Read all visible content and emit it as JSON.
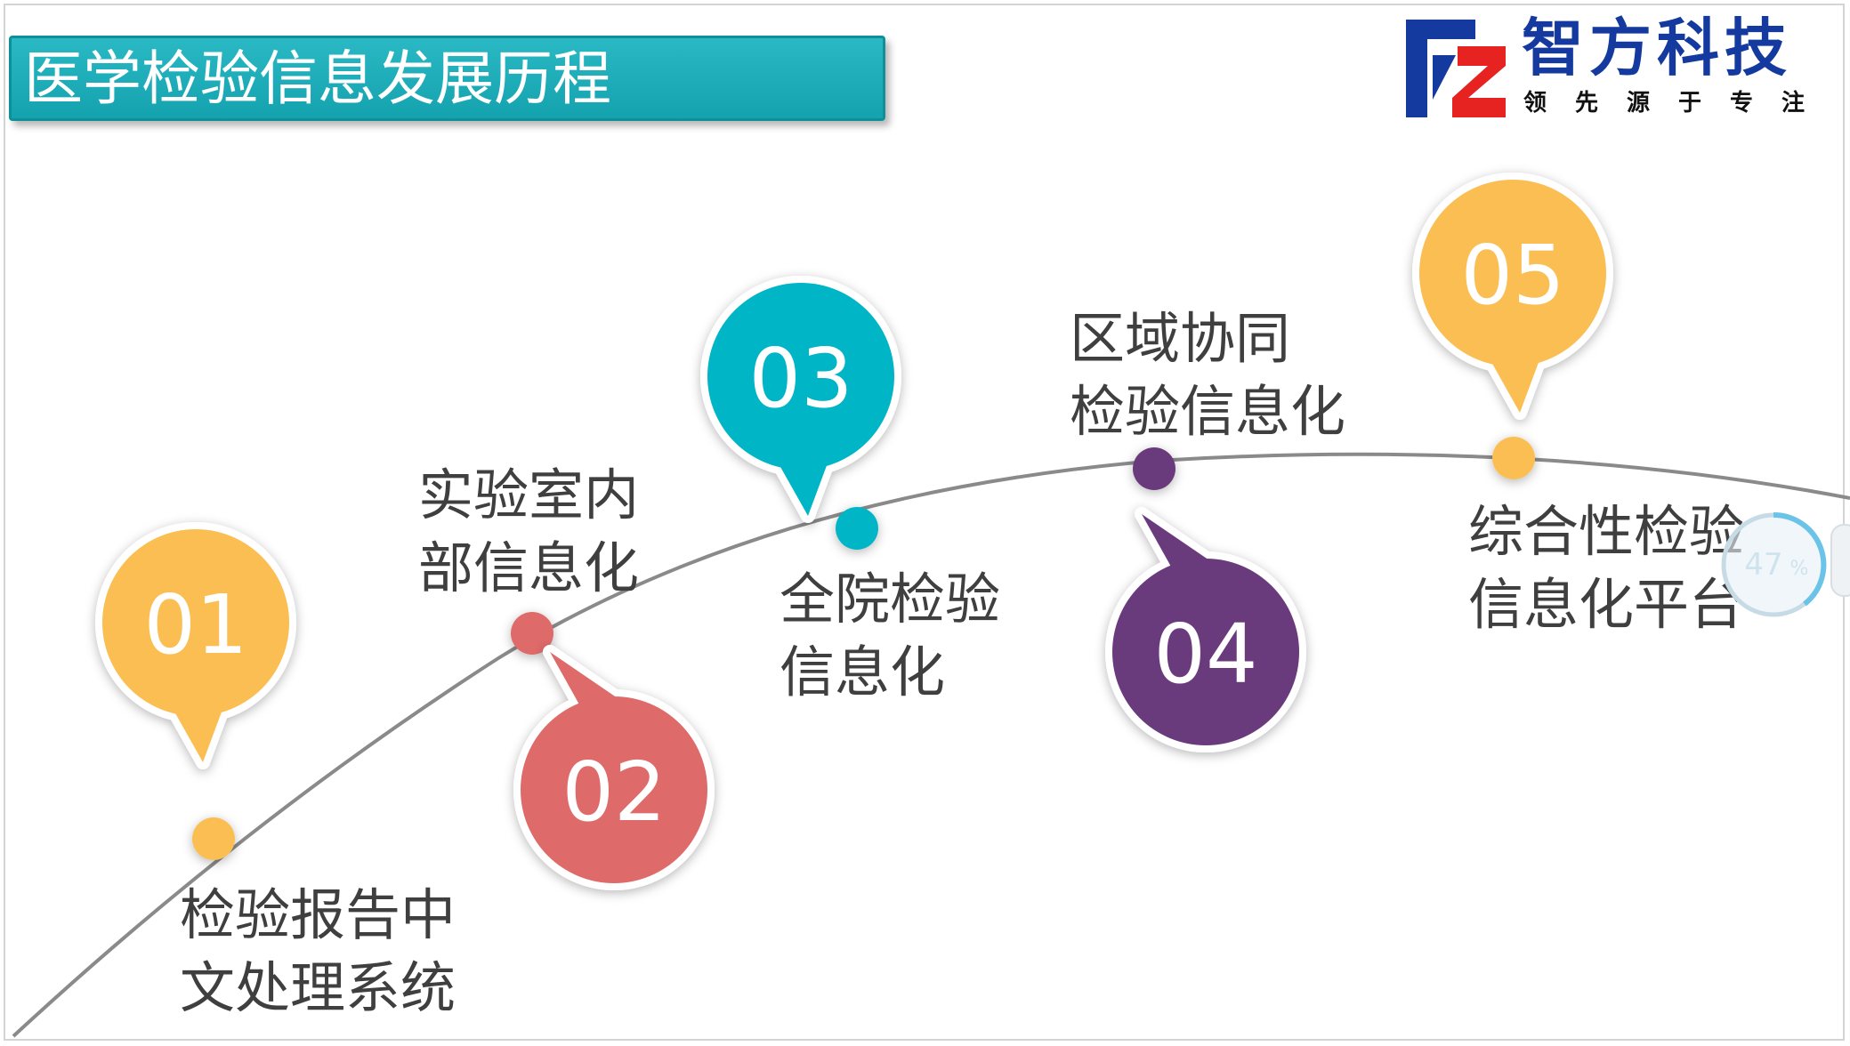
{
  "title": "医学检验信息发展历程",
  "logo": {
    "name": "智方科技",
    "slogan": "领先源于专注",
    "colors": {
      "blue": "#14399f",
      "red": "#e62321"
    }
  },
  "colors": {
    "title_bar": "#1aaab5",
    "yellow": "#fbbe52",
    "coral": "#df6b6b",
    "teal": "#05b5c6",
    "purple": "#6b3b7c",
    "curve": "#8a8a8a",
    "text": "#3f3f3f"
  },
  "milestones": [
    {
      "number": "01",
      "color": "yellow",
      "label_lines": [
        "检验报告中",
        "文处理系统"
      ]
    },
    {
      "number": "02",
      "color": "coral",
      "label_lines": [
        "实验室内",
        "部信息化"
      ]
    },
    {
      "number": "03",
      "color": "teal",
      "label_lines": [
        "全院检验",
        "信息化"
      ]
    },
    {
      "number": "04",
      "color": "purple",
      "label_lines": [
        "区域协同",
        "检验信息化"
      ]
    },
    {
      "number": "05",
      "color": "yellow",
      "label_lines": [
        "综合性检验",
        "信息化平台"
      ]
    }
  ],
  "progress_widget": {
    "percent_text": "47",
    "unit": "%"
  }
}
